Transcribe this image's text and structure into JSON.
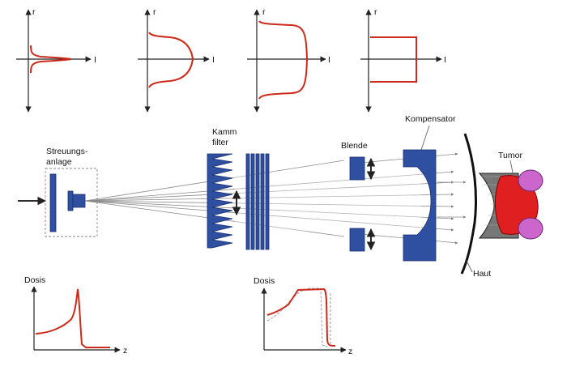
{
  "profiles": {
    "radius_axis_label": "r",
    "intensity_axis_label": "I"
  },
  "beamline": {
    "scatter_label_line1": "Streuungs-",
    "scatter_label_line2": "anlage",
    "comb_label_line1": "Kamm",
    "comb_label_line2": "filter",
    "aperture_label": "Blende",
    "compensator_label": "Kompensator",
    "tumor_label": "Tumor",
    "skin_label": "Haut"
  },
  "dose_plots": {
    "dose_axis_label": "Dosis",
    "depth_axis_label": "z"
  },
  "colors": {
    "curve": "#cc2a1a",
    "device_blue": "#2f4fa0",
    "tumor_red": "#e02020",
    "organ_magenta": "#cc66cc"
  }
}
